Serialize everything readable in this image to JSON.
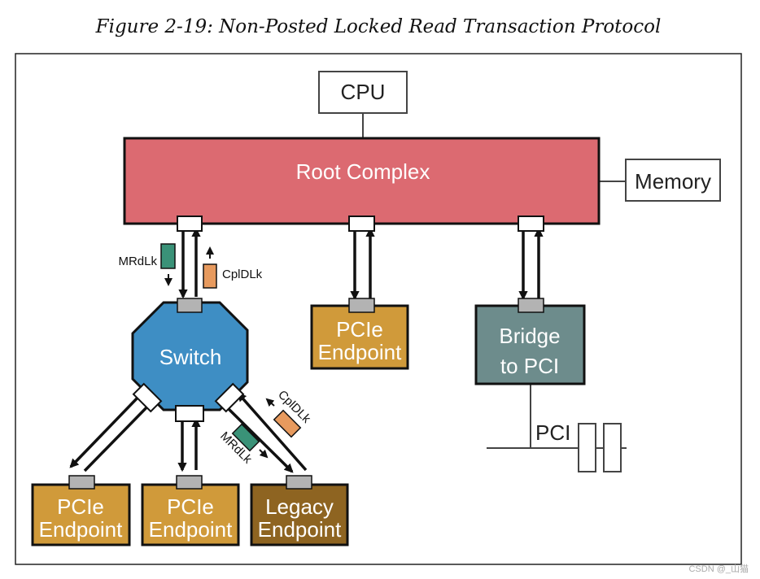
{
  "figure": {
    "caption": "Figure 2-19: Non-Posted Locked Read Transaction Protocol"
  },
  "nodes": {
    "cpu": "CPU",
    "root_complex": "Root Complex",
    "memory": "Memory",
    "switch": "Switch",
    "root_endpoint": [
      "PCIe",
      "Endpoint"
    ],
    "bridge": [
      "Bridge",
      "to PCI"
    ],
    "pci_bus": "PCI",
    "endpoint_left": [
      "PCIe",
      "Endpoint"
    ],
    "endpoint_middle": [
      "PCIe",
      "Endpoint"
    ],
    "legacy_endpoint": [
      "Legacy",
      "Endpoint"
    ]
  },
  "packets": {
    "upper_request": "MRdLk",
    "upper_completion": "CplDLk",
    "lower_request": "MRdLk",
    "lower_completion": "CplDLk"
  },
  "colors": {
    "root_complex": "#dc6a71",
    "switch": "#3e8ec4",
    "endpoint": "#d09a3a",
    "legacy_endpoint": "#8e6421",
    "bridge": "#6d8c8c",
    "request_packet": "#3a9278",
    "completion_packet": "#e79a5e",
    "port": "#b3b3b3"
  },
  "watermark": "CSDN @_山猫"
}
